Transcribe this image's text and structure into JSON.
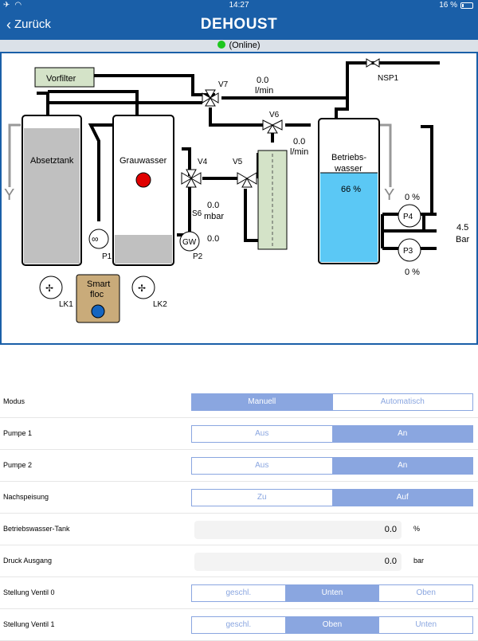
{
  "status": {
    "time": "14:27",
    "battery": "16 %"
  },
  "nav": {
    "back_label": "Zurück",
    "brand": "DEHOUST"
  },
  "connection": {
    "status": "(Online)",
    "color": "#1ec71e"
  },
  "diagram": {
    "vorfilter": "Vorfilter",
    "absetztank": "Absetztank",
    "grauwasser": "Grauwasser",
    "betriebswasser_1": "Betriebs-",
    "betriebswasser_2": "wasser",
    "betriebswasser_level": "66 %",
    "smartfloc_1": "Smart",
    "smartfloc_2": "floc",
    "v7": "V7",
    "v6": "V6",
    "v5": "V5",
    "v4": "V4",
    "s6": "S6",
    "nsp1": "NSP1",
    "flow1_value": "0.0",
    "flow1_unit": "l/min",
    "flow2_value": "0.0",
    "flow2_unit": "l/min",
    "pressure_value": "0.0",
    "pressure_unit": "mbar",
    "gw_value": "0.0",
    "gw": "GW",
    "p1": "P1",
    "p2": "P2",
    "p3": "P3",
    "p4": "P4",
    "lk1": "LK1",
    "lk2": "LK2",
    "p4_value": "0 %",
    "p3_value": "0 %",
    "out_value": "4.5",
    "out_unit": "Bar"
  },
  "form": {
    "modus": {
      "label": "Modus",
      "options": [
        "Manuell",
        "Automatisch"
      ],
      "selected": 0
    },
    "pumpe1": {
      "label": "Pumpe 1",
      "options": [
        "Aus",
        "An"
      ],
      "selected": 1
    },
    "pumpe2": {
      "label": "Pumpe 2",
      "options": [
        "Aus",
        "An"
      ],
      "selected": 1
    },
    "nachspeisung": {
      "label": "Nachspeisung",
      "options": [
        "Zu",
        "Auf"
      ],
      "selected": 1
    },
    "tank": {
      "label": "Betriebswasser-Tank",
      "value": "0.0",
      "unit": "%"
    },
    "druck": {
      "label": "Druck Ausgang",
      "value": "0.0",
      "unit": "bar"
    },
    "ventil0": {
      "label": "Stellung Ventil 0",
      "options": [
        "geschl.",
        "Unten",
        "Oben"
      ],
      "selected": 1
    },
    "ventil1": {
      "label": "Stellung Ventil 1",
      "options": [
        "geschl.",
        "Oben",
        "Unten"
      ],
      "selected": 1
    }
  },
  "colors": {
    "nav": "#1a5fa8",
    "accent": "#8aa6e0",
    "water": "#5bc8f5",
    "sludge": "#c0c0c0",
    "alarm": "#e00000",
    "indicator": "#1565c0"
  }
}
